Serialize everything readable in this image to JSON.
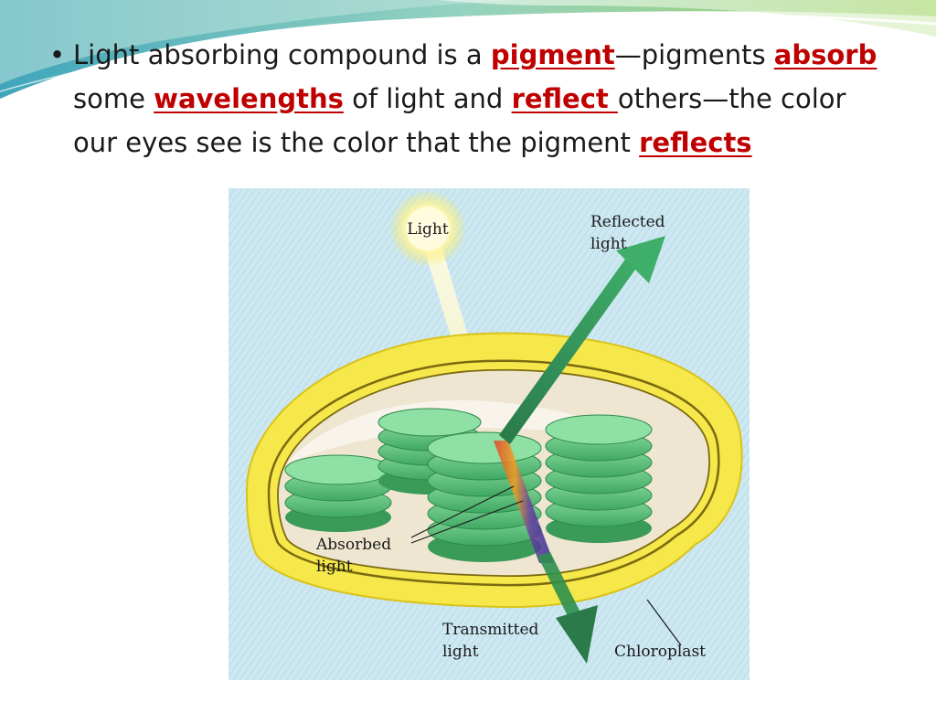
{
  "slide": {
    "bullet_symbol": "•",
    "segments": [
      {
        "text": "Light absorbing compound is a ",
        "emphasis": false
      },
      {
        "text": "pigment",
        "emphasis": true
      },
      {
        "text": "—pigments ",
        "emphasis": false
      },
      {
        "text": "absorb",
        "emphasis": true
      },
      {
        "text": " some ",
        "emphasis": false
      },
      {
        "text": "wavelengths",
        "emphasis": true
      },
      {
        "text": " of light and ",
        "emphasis": false
      },
      {
        "text": "reflect ",
        "emphasis": true
      },
      {
        "text": "others—the color our eyes see is the color that the pigment ",
        "emphasis": false
      },
      {
        "text": "reflects",
        "emphasis": true
      }
    ],
    "colors": {
      "text": "#1a1a1a",
      "emphasis": "#c00000",
      "accent_teal": "#2a9bb5",
      "accent_green": "#8cc63f"
    }
  },
  "diagram": {
    "labels": {
      "light": "Light",
      "reflected_1": "Reflected",
      "reflected_2": "light",
      "absorbed_1": "Absorbed",
      "absorbed_2": "light",
      "transmitted_1": "Transmitted",
      "transmitted_2": "light",
      "chloroplast": "Chloroplast"
    },
    "colors": {
      "background": "#cfe9f2",
      "outer_membrane": "#f4e53a",
      "thylakoid": "#5cbf7a",
      "arrow": "#2f8f4e"
    }
  }
}
